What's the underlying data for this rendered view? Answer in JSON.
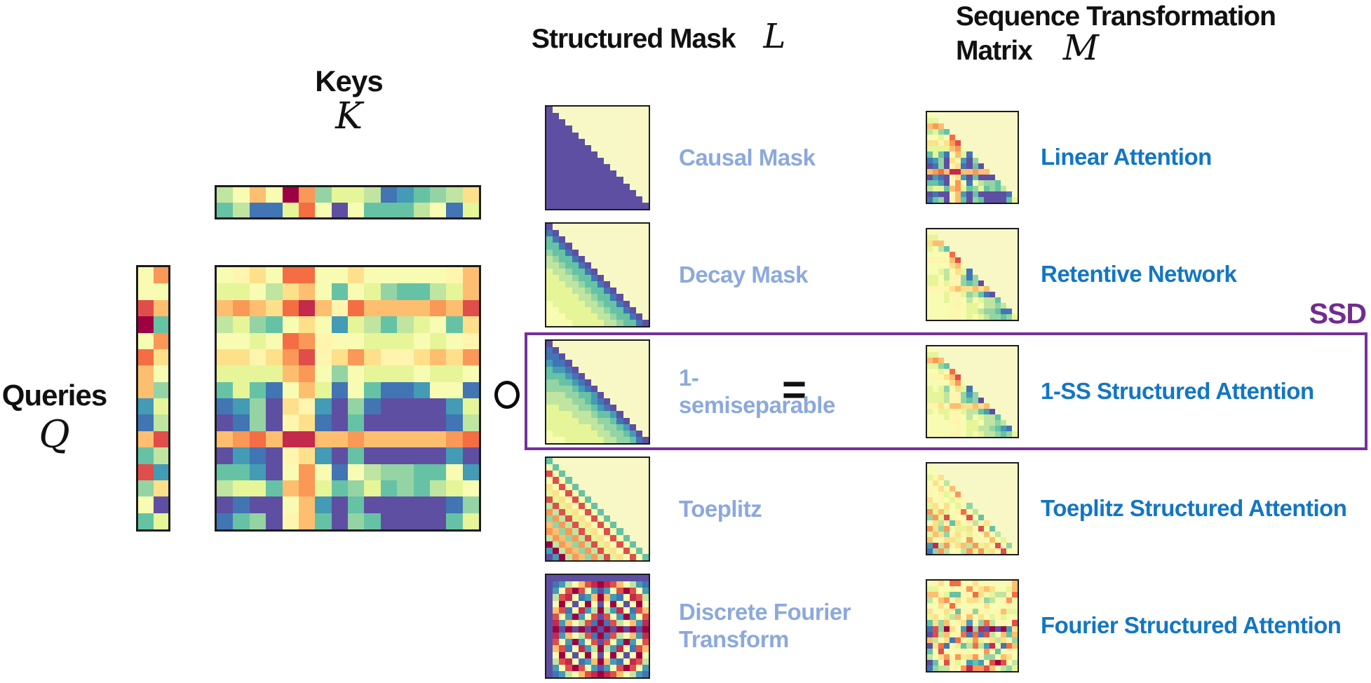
{
  "palette": [
    "#9e0142",
    "#c32a4b",
    "#df4e4b",
    "#f46d43",
    "#fa9857",
    "#fdbf6f",
    "#fee08b",
    "#fff5ae",
    "#f7fcb2",
    "#e6f598",
    "#bfe5a0",
    "#94d4a4",
    "#66c2a5",
    "#439bb5",
    "#4175b4",
    "#5e4fa2"
  ],
  "background_cream": "#f8f8c6",
  "colors": {
    "mask_label": "#8ca9dc",
    "attention_label": "#1276c4",
    "ssd": "#712c90",
    "ssd_box_border": "#76309a",
    "matrix_border": "#1c1c1c",
    "text": "#111111"
  },
  "headers": {
    "queries": {
      "label": "Queries",
      "math": "Q"
    },
    "keys": {
      "label": "Keys",
      "math": "K"
    },
    "structured_mask": {
      "label": "Structured Mask",
      "math": "L"
    },
    "sequence_transformation": {
      "label_line1": "Sequence Transformation",
      "label_line2": "Matrix",
      "math": "M"
    }
  },
  "operators": {
    "hadamard": "∘",
    "equals": "="
  },
  "ssd_label": "SSD",
  "keys_strip": {
    "rows": [
      "a85804b99aedcba6",
      "caee938f8ccca8e9"
    ]
  },
  "queries_strip": {
    "rows": [
      "84",
      "88",
      "25",
      "0c",
      "84",
      "36",
      "58",
      "5b",
      "d9",
      "ea",
      "52",
      "ca",
      "2d",
      "b6",
      "8f",
      "c9"
    ]
  },
  "qk": {
    "rows": [
      "8768338868888875",
      "998a658c89bcca95",
      "5456315735555452",
      "a9bc868d9aca98c6",
      "8898347889998987",
      "6676427646776564",
      "9999548b89998998",
      "c9ce859e8ceed88e",
      "edbf67dfbeffffd9",
      "febf76efcfffffea",
      "5435115545555543",
      "fdef76dfcfffffdf",
      "ccdf848e8abbcc8d",
      "a99c549cb9cbca98",
      "feff85dfcfffffeb",
      "ecbf75cfbcffffc9"
    ]
  },
  "dft_grid": {
    "rows": [
      "ffffffffffffffff",
      "feda852101258ade",
      "fd82028dfd82028d",
      "fa218ed505de812a",
      "f808f808f808f808",
      "f52e81da0ad18e25",
      "f28d0d82f28d0d82",
      "f1d58a2e0e2a85d1",
      "f0f0f0f0f0f0f0f0",
      "f1d58a2e0e2a85d1",
      "f28d0d82f28d0d82",
      "f52e81da0ad18e25",
      "f808f808f808f808",
      "fa218ed505de812a",
      "fd82028dfd82028d",
      "feda852101258ade"
    ]
  },
  "masks": [
    {
      "label": "Causal Mask",
      "type": "causal"
    },
    {
      "label": "Decay Mask",
      "type": "decay",
      "gamma": 0.8
    },
    {
      "label": "1-semiseparable",
      "type": "oness",
      "rates": [
        0.95,
        0.92,
        0.9,
        0.9,
        0.82,
        0.85,
        0.88,
        0.8,
        0.78,
        0.85,
        0.8,
        0.75,
        0.82,
        0.78,
        0.75,
        0.8
      ],
      "highlighted": true
    },
    {
      "label": "Toeplitz",
      "type": "toeplitz",
      "coeffs": [
        12,
        8,
        2,
        8,
        6,
        9,
        2,
        10,
        4,
        11,
        5,
        4,
        10,
        0,
        13,
        15
      ]
    },
    {
      "label": "Discrete Fourier Transform",
      "type": "dft"
    }
  ],
  "attention": [
    {
      "label": "Linear Attention",
      "from": "causal"
    },
    {
      "label": "Retentive Network",
      "from": "decay"
    },
    {
      "label": "1-SS Structured Attention",
      "from": "oness",
      "highlighted": true
    },
    {
      "label": "Toeplitz Structured Attention",
      "from": "toeplitz"
    },
    {
      "label": "Fourier Structured Attention",
      "from": "dft"
    }
  ]
}
